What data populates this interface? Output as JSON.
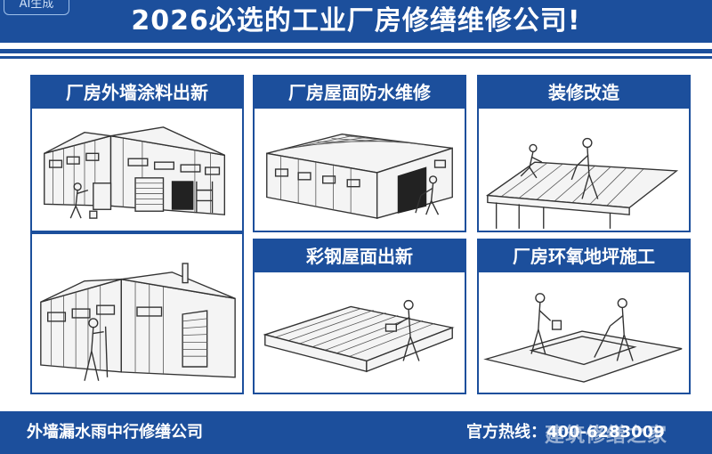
{
  "badge": "AI生成",
  "title": "2026必选的工业厂房修缮维修公司!",
  "panels": {
    "p1": "厂房外墙涂料出新",
    "p2": "厂房屋面防水维修",
    "p3": "装修改造",
    "p5": "彩钢屋面出新",
    "p6": "厂房环氧地坪施工"
  },
  "footer": {
    "left": "外墙漏水雨中行修缮公司",
    "right": "官方热线：400-6283009"
  },
  "watermark": "建筑修缮之家",
  "colors": {
    "brand_blue": "#1c4f9c"
  }
}
